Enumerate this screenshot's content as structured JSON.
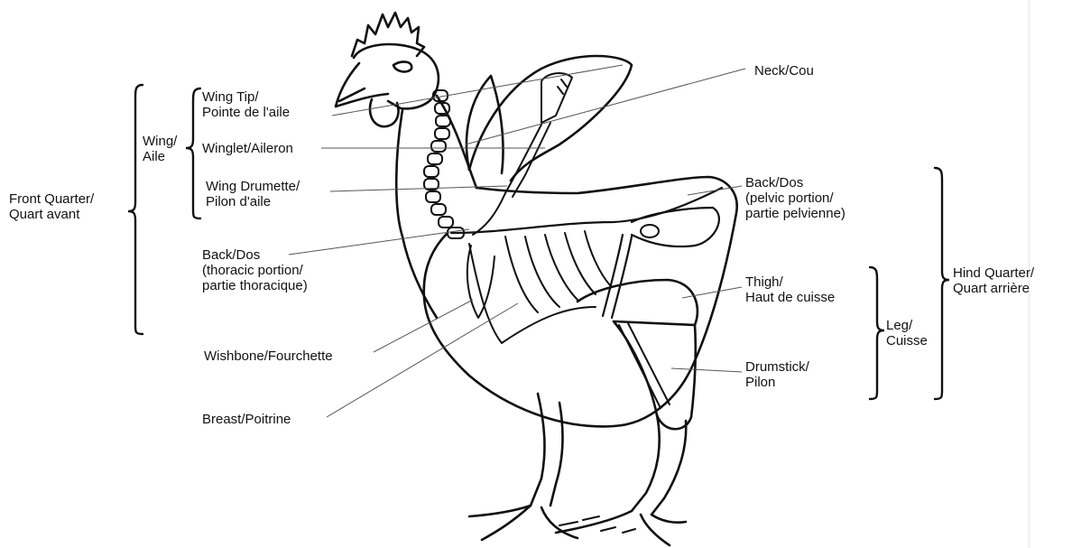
{
  "labels": {
    "neck": "Neck/Cou",
    "wing_tip": "Wing Tip/\nPointe de l'aile",
    "winglet": "Winglet/Aileron",
    "wing_drumette": "Wing Drumette/\nPilon d'aile",
    "wing": "Wing/\nAile",
    "front_quarter": "Front Quarter/\nQuart avant",
    "back_thoracic": "Back/Dos\n(thoracic portion/\npartie thoracique)",
    "wishbone": "Wishbone/Fourchette",
    "breast": "Breast/Poitrine",
    "back_pelvic": "Back/Dos\n(pelvic portion/\npartie pelvienne)",
    "thigh": "Thigh/\nHaut de cuisse",
    "leg": "Leg/\nCuisse",
    "drumstick": "Drumstick/\nPilon",
    "hind_quarter": "Hind Quarter/\nQuart arrière"
  },
  "colors": {
    "ink": "#111111",
    "leader": "#555555",
    "page": "#ffffff"
  }
}
